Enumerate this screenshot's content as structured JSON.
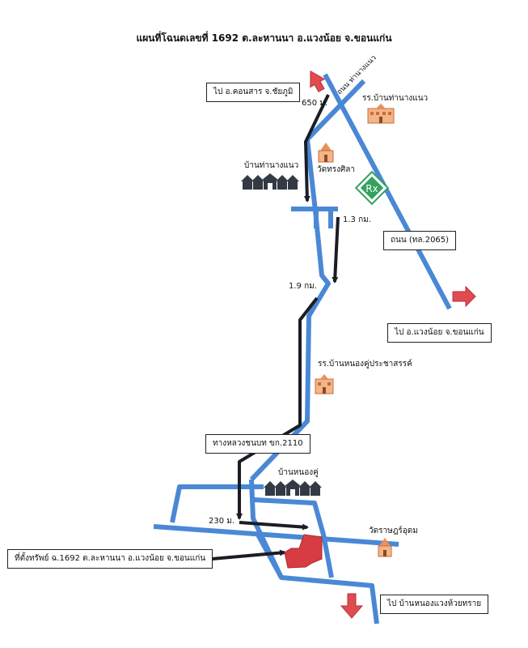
{
  "title": "แผนที่โฉนดเลขที่ 1692 ต.ละหานนา อ.แวงน้อย จ.ขอนแก่น",
  "colors": {
    "road": "#4a88d6",
    "route": "#1a1d24",
    "arrow": "#e04b52",
    "property": "#d83c43",
    "building": "#e8915a",
    "pharmacy": "#34a15e"
  },
  "labels": {
    "road_top": "ถนน ท่านางแนว",
    "school_top": "รร.บ้านท่านางแนว",
    "dist_650": "650 ม.",
    "village_tha": "บ้านท่านางแนว",
    "temple_song": "วัดทรงศิลา",
    "dist_13": "1.3 กม.",
    "dist_19": "1.9 กม.",
    "school_nong": "รร.บ้านหนองคู่ประชาสรรค์",
    "village_nong": "บ้านหนองคู่",
    "dist_230": "230 ม.",
    "temple_rat": "วัดราษฎร์อุดม"
  },
  "boxes": {
    "to_khonsan": "ไป อ.คอนสาร จ.ชัยภูมิ",
    "road_2065": "ถนน (ทล.2065)",
    "to_waengnoi": "ไป อ.แวงน้อย จ.ขอนแก่น",
    "highway_2110": "ทางหลวงชนบท ขก.2110",
    "property": "ที่ตั้งทรัพย์ ฉ.1692 ต.ละหานนา อ.แวงน้อย จ.ขอนแก่น",
    "to_nongwaeng": "ไป บ้านหนองแวงห้วยทราย"
  },
  "icons": {
    "house": "house-row-icon",
    "school": "school-building-icon",
    "temple": "temple-icon",
    "pharmacy": "pharmacy-icon",
    "arrow": "direction-arrow-icon",
    "property": "property-parcel-icon"
  }
}
